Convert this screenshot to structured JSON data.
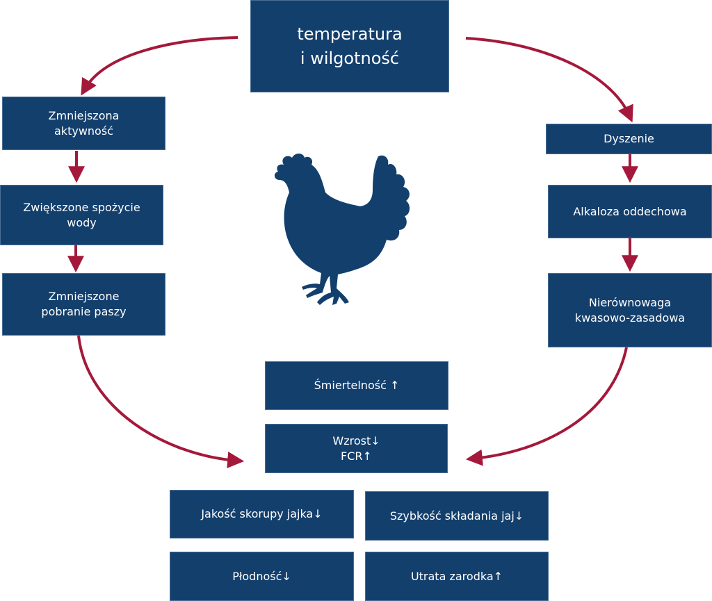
{
  "diagram": {
    "title": "temperatura\ni wilgotność",
    "colors": {
      "box_fill": "#133f6d",
      "box_text": "#ffffff",
      "arrow": "#a4193b",
      "chicken": "#133f6d"
    },
    "left_chain": [
      "Zmniejszona\naktywność",
      "Zwiększone spożycie\nwody",
      "Zmniejszone\npobranie paszy"
    ],
    "right_chain": [
      "Dyszenie",
      "Alkaloza oddechowa",
      "Nierównowaga\nkwasowo-zasadowa"
    ],
    "center_icon": "chicken-icon",
    "outcomes": {
      "mortality": "Śmiertelność ↑",
      "growth_fcr": "Wzrost↓\nFCR↑",
      "shell_quality": "Jakość skorupy jajka↓",
      "laying_rate": "Szybkość składania jaj↓",
      "fertility": "Płodność↓",
      "embryo_loss": "Utrata zarodka↑"
    }
  }
}
